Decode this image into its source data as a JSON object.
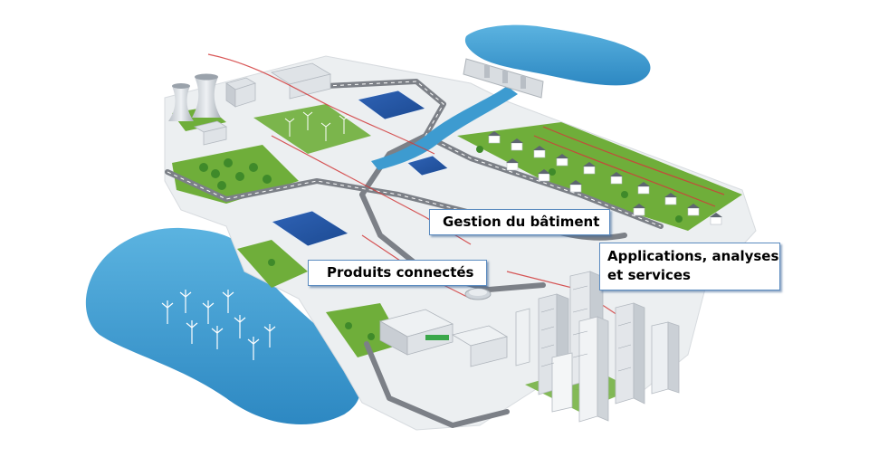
{
  "callouts": {
    "building_management": "Gestion du bâtiment",
    "connected_products": "Produits connectés",
    "apps_line1": "Applications, analyses",
    "apps_line2": "et services"
  },
  "colors": {
    "water": "#3d9bd0",
    "ground": "#e9ecee",
    "grass": "#6fae3a",
    "road": "#7c8087",
    "power_line": "#d23a3a",
    "callout_border": "#5b8bc0"
  }
}
